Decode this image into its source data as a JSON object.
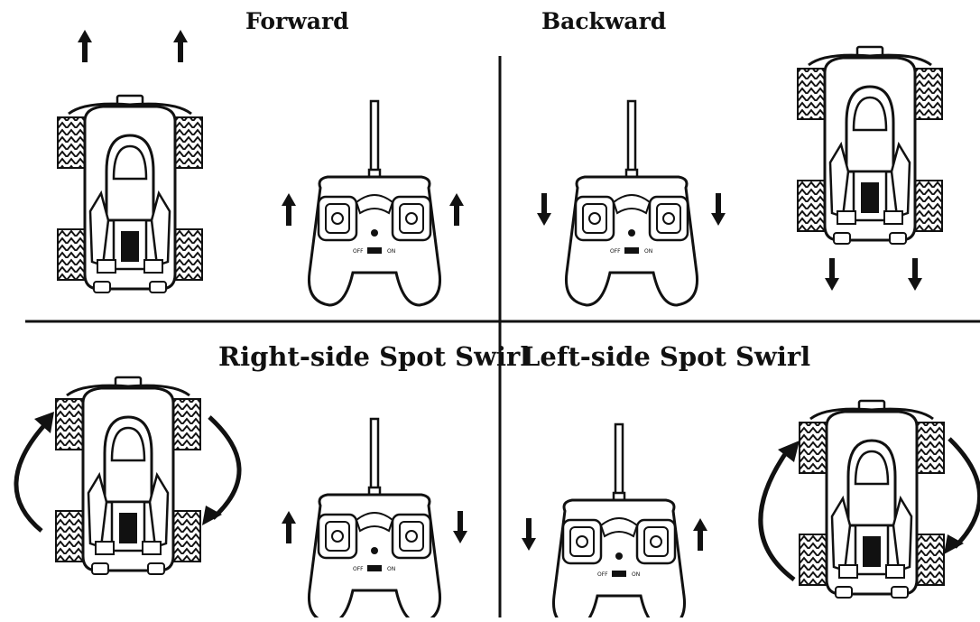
{
  "panels": {
    "forward": {
      "title": "Forward"
    },
    "backward": {
      "title": "Backward"
    },
    "right_swirl": {
      "title": "Right-side Spot Swirl"
    },
    "left_swirl": {
      "title": "Left-side Spot Swirl"
    }
  },
  "controller": {
    "switch_off": "OFF",
    "switch_on": "ON"
  },
  "icons": {
    "arrow": "arrow-icon",
    "curved_arrow": "curved-arrow-icon",
    "vehicle": "atv-icon",
    "controller": "remote-controller-icon"
  },
  "colors": {
    "ink": "#111111",
    "paper": "#ffffff"
  }
}
